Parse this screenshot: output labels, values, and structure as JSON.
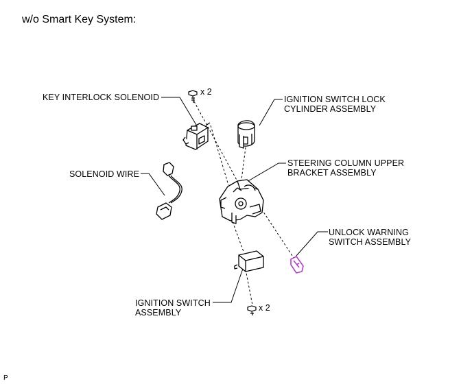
{
  "header": {
    "title": "w/o Smart Key System:"
  },
  "labels": {
    "key_interlock_solenoid": "KEY INTERLOCK SOLENOID",
    "ignition_lock_cylinder_line1": "IGNITION SWITCH LOCK",
    "ignition_lock_cylinder_line2": "CYLINDER ASSEMBLY",
    "steering_bracket_line1": "STEERING COLUMN UPPER",
    "steering_bracket_line2": "BRACKET ASSEMBLY",
    "solenoid_wire": "SOLENOID WIRE",
    "unlock_warning_line1": "UNLOCK WARNING",
    "unlock_warning_line2": "SWITCH ASSEMBLY",
    "ignition_switch_line1": "IGNITION  SWITCH",
    "ignition_switch_line2": "ASSEMBLY"
  },
  "quantities": {
    "top_screws": "x 2",
    "bottom_screws": "x 2"
  },
  "footer": {
    "code": "P"
  },
  "colors": {
    "highlight_part": "#b03fc4",
    "line": "#000000"
  }
}
